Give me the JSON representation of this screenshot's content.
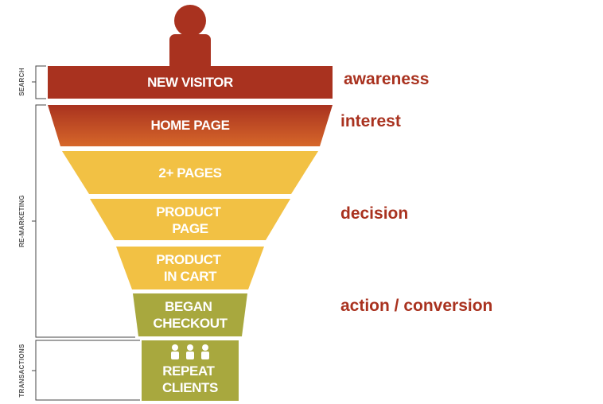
{
  "stages": [
    {
      "id": "new-visitor",
      "lines": [
        "NEW VISITOR"
      ]
    },
    {
      "id": "home-page",
      "lines": [
        "HOME PAGE"
      ]
    },
    {
      "id": "two-plus-pages",
      "lines": [
        "2+ PAGES"
      ]
    },
    {
      "id": "product-page",
      "lines": [
        "PRODUCT",
        "PAGE"
      ]
    },
    {
      "id": "product-in-cart",
      "lines": [
        "PRODUCT",
        "IN CART"
      ]
    },
    {
      "id": "began-checkout",
      "lines": [
        "BEGAN",
        "CHECKOUT"
      ]
    },
    {
      "id": "repeat-clients",
      "lines": [
        "REPEAT",
        "CLIENTS"
      ]
    }
  ],
  "side_labels": [
    "awareness",
    "interest",
    "decision",
    "action / conversion"
  ],
  "brackets": [
    "SEARCH",
    "RE-MARKETING",
    "TRANSACTIONS"
  ],
  "colors": {
    "dark_red": "#a9321f",
    "orange_red": "#cf4b26",
    "yellow": "#f2c144",
    "olive": "#a8a83e",
    "icon": "#ffffff",
    "label_text": "#a9321f"
  },
  "icons": [
    "person-icon",
    "people-icon"
  ]
}
